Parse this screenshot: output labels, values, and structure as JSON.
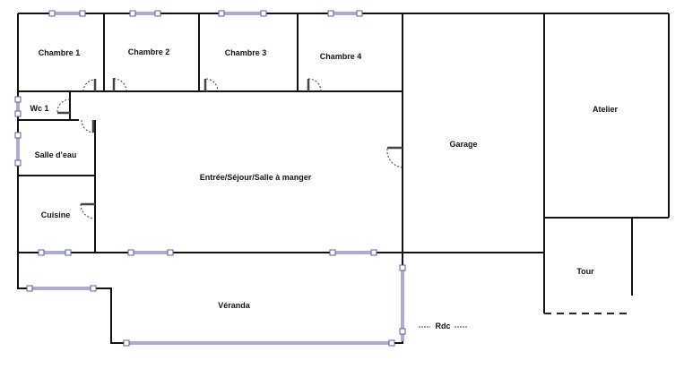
{
  "plan": {
    "level_label": "Rdc",
    "rooms": {
      "chambre1": "Chambre 1",
      "chambre2": "Chambre 2",
      "chambre3": "Chambre 3",
      "chambre4": "Chambre 4",
      "wc": "Wc 1",
      "salle_eau": "Salle d'eau",
      "cuisine": "Cuisine",
      "sejour": "Entrée/Séjour/Salle à manger",
      "garage": "Garage",
      "atelier": "Atelier",
      "tour": "Tour",
      "veranda": "Véranda"
    }
  },
  "colors": {
    "wall": "#111111",
    "window": "#5a5aa0"
  }
}
